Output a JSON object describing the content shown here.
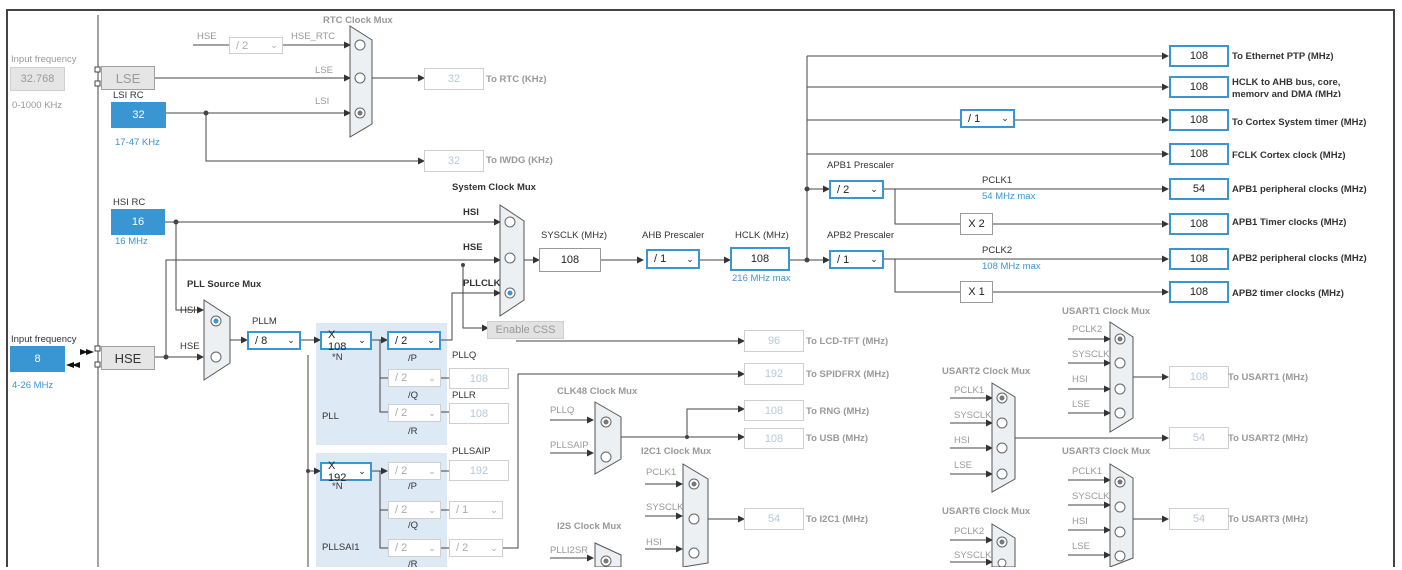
{
  "rtc_mux": {
    "title": "RTC Clock Mux",
    "in_hse": "HSE",
    "div": "/ 2",
    "hse_rtc": "HSE_RTC",
    "lse": "LSE",
    "lsi": "LSI",
    "out": "32",
    "out_label": "To RTC (KHz)"
  },
  "iwdg": {
    "out": "32",
    "label": "To IWDG (KHz)"
  },
  "lse": {
    "freq_label": "Input frequency",
    "freq": "32.768",
    "range": "0-1000 KHz",
    "name": "LSE"
  },
  "lsi": {
    "title": "LSI RC",
    "value": "32",
    "range": "17-47 KHz"
  },
  "hsi": {
    "title": "HSI RC",
    "value": "16",
    "range": "16 MHz"
  },
  "hse": {
    "freq_label": "Input frequency",
    "value": "8",
    "range": "4-26 MHz",
    "name": "HSE"
  },
  "pll_src_mux": {
    "title": "PLL Source Mux",
    "hsi": "HSI",
    "hse": "HSE"
  },
  "pllm": {
    "label": "PLLM",
    "value": "/ 8"
  },
  "sys_mux": {
    "title": "System Clock Mux",
    "hsi": "HSI",
    "hse": "HSE",
    "pllclk": "PLLCLK"
  },
  "css": {
    "label": "Enable CSS"
  },
  "sysclk": {
    "label": "SYSCLK (MHz)",
    "value": "108"
  },
  "ahb": {
    "label": "AHB Prescaler",
    "value": "/ 1"
  },
  "hclk": {
    "label": "HCLK (MHz)",
    "value": "108",
    "max": "216 MHz max"
  },
  "apb1": {
    "label": "APB1 Prescaler",
    "value": "/ 2",
    "pclk_label": "PCLK1",
    "pclk_max": "54 MHz max",
    "timer_mult": "X 2"
  },
  "apb2": {
    "label": "APB2 Prescaler",
    "value": "/ 1",
    "pclk_label": "PCLK2",
    "pclk_max": "108 MHz max",
    "timer_mult": "X 1"
  },
  "outputs": [
    {
      "value": "108",
      "label": "To Ethernet PTP (MHz)"
    },
    {
      "value": "108",
      "label": "HCLK to AHB bus, core, memory and DMA (MHz)"
    },
    {
      "value": "108",
      "label": "To Cortex System timer (MHz)"
    },
    {
      "value": "108",
      "label": "FCLK Cortex clock (MHz)"
    },
    {
      "value": "54",
      "label": "APB1 peripheral clocks (MHz)"
    },
    {
      "value": "108",
      "label": "APB1 Timer clocks (MHz)"
    },
    {
      "value": "108",
      "label": "APB2 peripheral clocks (MHz)"
    },
    {
      "value": "108",
      "label": "APB2 timer clocks (MHz)"
    }
  ],
  "cortex_div": "/ 1",
  "pll": {
    "n": "X 108",
    "n_lbl": "*N",
    "p": "/ 2",
    "p_lbl": "/P",
    "q": "/ 2",
    "q_lbl": "/Q",
    "r": "/ 2",
    "r_lbl": "/R",
    "title": "PLL",
    "pllq": "PLLQ",
    "pllq_val": "108",
    "pllr": "PLLR",
    "pllr_val": "108"
  },
  "pllsai": {
    "n": "X 192",
    "n_lbl": "*N",
    "p": "/ 2",
    "p_lbl": "/P",
    "q": "/ 2",
    "q_lbl": "/Q",
    "r": "/ 2",
    "r_lbl": "/R",
    "title": "PLLSAI1",
    "label": "PLLSAIP",
    "val": "192",
    "q2": "/ 1",
    "r2": "/ 2"
  },
  "lcd": {
    "value": "96",
    "label": "To LCD-TFT (MHz)"
  },
  "spdif": {
    "value": "192",
    "label": "To SPIDFRX (MHz)"
  },
  "clk48": {
    "title": "CLK48 Clock Mux",
    "pllq": "PLLQ",
    "pllsaip": "PLLSAIP",
    "rng": "108",
    "rng_label": "To RNG (MHz)",
    "usb": "108",
    "usb_label": "To USB (MHz)"
  },
  "i2c1": {
    "title": "I2C1 Clock Mux",
    "pclk1": "PCLK1",
    "sysclk": "SYSCLK",
    "hsi": "HSI",
    "out": "54",
    "out_label": "To I2C1 (MHz)"
  },
  "i2s": {
    "title": "I2S Clock Mux",
    "plli2sr": "PLLI2SR"
  },
  "usart1": {
    "title": "USART1 Clock Mux",
    "pclk": "PCLK2",
    "sysclk": "SYSCLK",
    "hsi": "HSI",
    "lse": "LSE",
    "out": "108",
    "out_label": "To USART1 (MHz)"
  },
  "usart2": {
    "title": "USART2 Clock Mux",
    "pclk": "PCLK1",
    "sysclk": "SYSCLK",
    "hsi": "HSI",
    "lse": "LSE",
    "out": "54",
    "out_label": "To USART2 (MHz)"
  },
  "usart3": {
    "title": "USART3 Clock Mux",
    "pclk": "PCLK1",
    "sysclk": "SYSCLK",
    "hsi": "HSI",
    "lse": "LSE",
    "out": "54",
    "out_label": "To USART3 (MHz)"
  },
  "usart6": {
    "title": "USART6 Clock Mux",
    "pclk": "PCLK2",
    "sysclk": "SYSCLK"
  }
}
